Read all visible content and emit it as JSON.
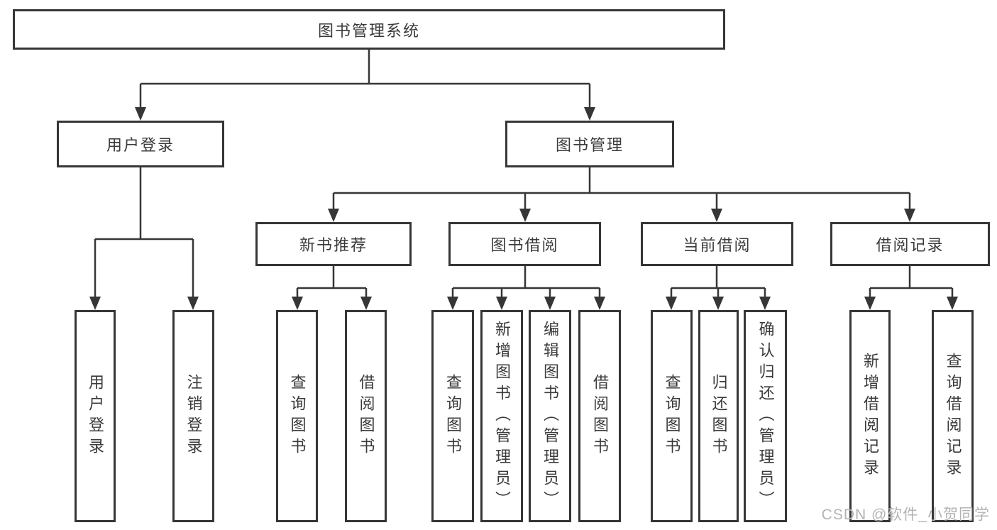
{
  "diagram": {
    "root_label": "图书管理系统",
    "login_branch": {
      "label": "用户登录",
      "children": [
        "用户登录",
        "注销登录"
      ]
    },
    "management_branch": {
      "label": "图书管理",
      "sections": [
        {
          "label": "新书推荐",
          "children": [
            "查询图书",
            "借阅图书"
          ]
        },
        {
          "label": "图书借阅",
          "children": [
            "查询图书",
            "新增图书（管理员）",
            "编辑图书（管理员）",
            "借阅图书"
          ]
        },
        {
          "label": "当前借阅",
          "children": [
            "查询图书",
            "归还图书",
            "确认归还（管理员）"
          ]
        },
        {
          "label": "借阅记录",
          "children": [
            "新增借阅记录",
            "查询借阅记录"
          ]
        }
      ]
    }
  },
  "watermark": {
    "text": "CSDN @软件_小贺同学"
  },
  "colors": {
    "line": "#363636",
    "box_border": "#363636",
    "text": "#3a3a3a",
    "watermark": "#b3b3b3",
    "background": "#ffffff"
  }
}
